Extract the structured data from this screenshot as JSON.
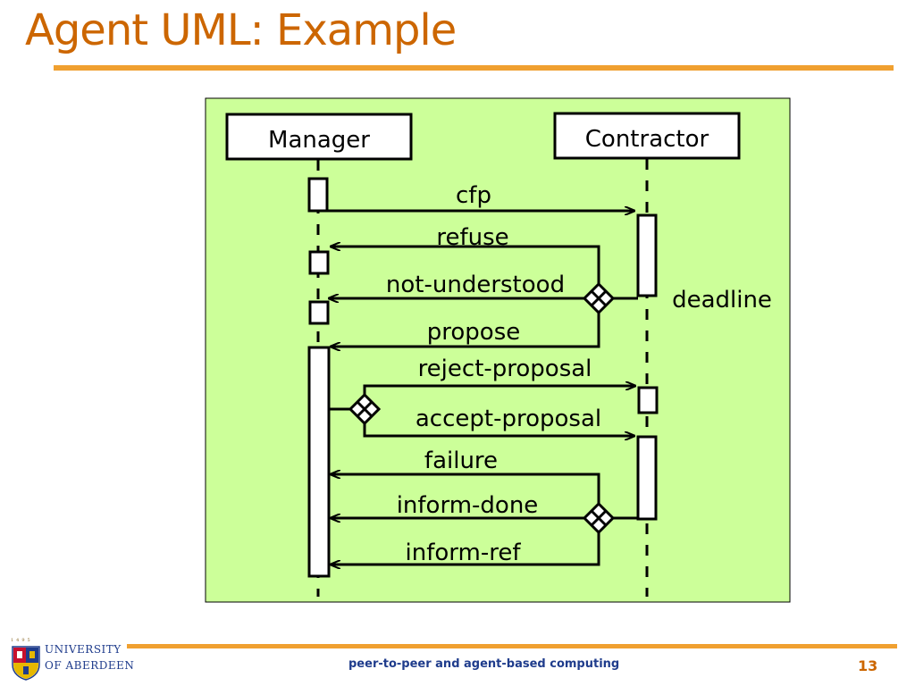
{
  "slide": {
    "title": "Agent UML: Example",
    "footer": "peer-to-peer and agent-based computing",
    "page_number": "13"
  },
  "logo": {
    "year": "1495",
    "line1": "UNIVERSITY",
    "line2": "OF ABERDEEN"
  },
  "colors": {
    "title": "#cc6600",
    "rule": "#f0a030",
    "diagram_background": "#ccff99",
    "footer_text": "#1f3c8c"
  },
  "diagram": {
    "lifelines": [
      {
        "id": "manager",
        "label": "Manager"
      },
      {
        "id": "contractor",
        "label": "Contractor"
      }
    ],
    "messages": [
      {
        "id": "cfp",
        "label": "cfp"
      },
      {
        "id": "refuse",
        "label": "refuse"
      },
      {
        "id": "not-understood",
        "label": "not-understood"
      },
      {
        "id": "propose",
        "label": "propose"
      },
      {
        "id": "reject-proposal",
        "label": "reject-proposal"
      },
      {
        "id": "accept-proposal",
        "label": "accept-proposal"
      },
      {
        "id": "failure",
        "label": "failure"
      },
      {
        "id": "inform-done",
        "label": "inform-done"
      },
      {
        "id": "inform-ref",
        "label": "inform-ref"
      }
    ],
    "annotations": [
      {
        "id": "deadline",
        "label": "deadline"
      }
    ]
  }
}
